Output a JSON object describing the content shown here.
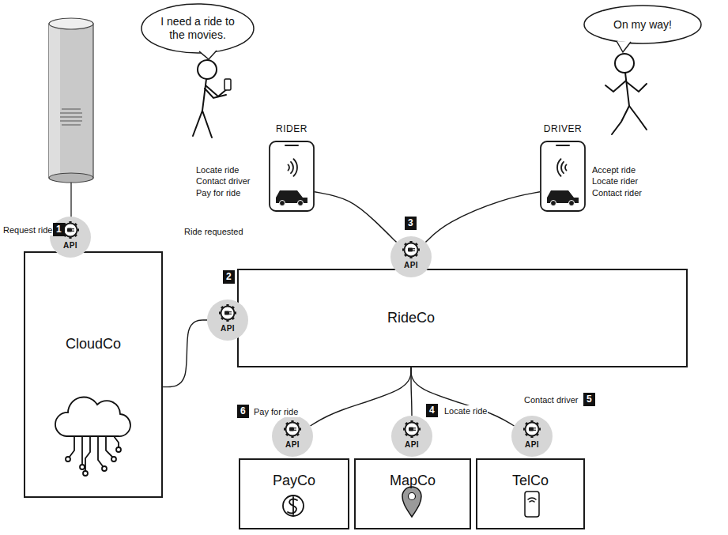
{
  "diagram": {
    "nodes": [
      {
        "text": [
          "I need a ride to the movies."
        ]
      },
      {
        "text": [
          "On my way!"
        ]
      },
      {
        "text": [
          "RIDER",
          "Locate ride Contact driver Pay for ride"
        ]
      },
      {
        "text": [
          "DRIVER",
          "Accept ride Locate rider Contact rider"
        ]
      },
      {
        "text": [
          "CloudCo"
        ]
      },
      {
        "text": [
          "API"
        ],
        "in": 4
      },
      {
        "text": [
          "RideCo"
        ]
      },
      {
        "text": [
          "API"
        ],
        "in": 6
      },
      {
        "text": [
          "API"
        ],
        "in": 6
      },
      {
        "text": [
          "PayCo"
        ]
      },
      {
        "text": [
          "API"
        ],
        "in": 9
      },
      {
        "text": [
          "MapCo"
        ]
      },
      {
        "text": [
          "API"
        ],
        "in": 11
      },
      {
        "text": [
          "TelCo"
        ]
      },
      {
        "text": [
          "API"
        ],
        "in": 13
      }
    ],
    "edges": [
      {
        "from": 4,
        "to": 8,
        "arrow": "none"
      },
      {
        "from": 2,
        "to": 7,
        "arrow": "none"
      },
      {
        "from": 3,
        "to": 7,
        "arrow": "none"
      },
      {
        "from": 6,
        "to": 10,
        "arrow": "none"
      },
      {
        "from": 6,
        "to": 12,
        "arrow": "none"
      },
      {
        "from": 6,
        "to": 14,
        "arrow": "none"
      }
    ],
    "labels": [
      "Request ride",
      "1",
      "Ride requested",
      "2",
      "3",
      "Pay for ride",
      "6",
      "Locate ride",
      "4",
      "Contact driver",
      "5"
    ]
  }
}
